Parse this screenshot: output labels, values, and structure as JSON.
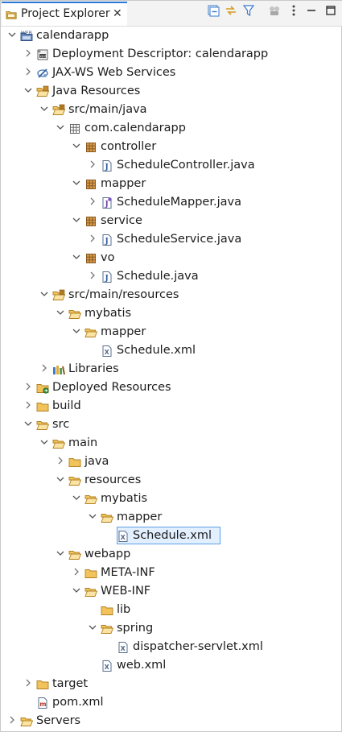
{
  "tab": {
    "title": "Project Explorer",
    "close_glyph": "✕"
  },
  "toolbar": [
    {
      "name": "collapse-all-icon"
    },
    {
      "name": "link-with-editor-icon"
    },
    {
      "name": "filter-icon"
    },
    {
      "name": "focus-on-active-task-icon"
    },
    {
      "name": "view-menu-icon"
    },
    {
      "name": "minimize-icon"
    },
    {
      "name": "maximize-icon"
    }
  ],
  "tree": [
    {
      "label": "calendarapp",
      "depth": 0,
      "state": "open",
      "icon": "web-project",
      "selected": false
    },
    {
      "label": "Deployment Descriptor: calendarapp",
      "depth": 1,
      "state": "closed",
      "icon": "deployment-descriptor",
      "selected": false
    },
    {
      "label": "JAX-WS Web Services",
      "depth": 1,
      "state": "closed",
      "icon": "web-services",
      "selected": false
    },
    {
      "label": "Java Resources",
      "depth": 1,
      "state": "open",
      "icon": "java-resources",
      "selected": false
    },
    {
      "label": "src/main/java",
      "depth": 2,
      "state": "open",
      "icon": "source-folder",
      "selected": false
    },
    {
      "label": "com.calendarapp",
      "depth": 3,
      "state": "open",
      "icon": "package-empty",
      "selected": false
    },
    {
      "label": "controller",
      "depth": 4,
      "state": "open",
      "icon": "package",
      "selected": false
    },
    {
      "label": "ScheduleController.java",
      "depth": 5,
      "state": "closed",
      "icon": "java-file",
      "selected": false
    },
    {
      "label": "mapper",
      "depth": 4,
      "state": "open",
      "icon": "package",
      "selected": false
    },
    {
      "label": "ScheduleMapper.java",
      "depth": 5,
      "state": "closed",
      "icon": "java-interface",
      "selected": false
    },
    {
      "label": "service",
      "depth": 4,
      "state": "open",
      "icon": "package",
      "selected": false
    },
    {
      "label": "ScheduleService.java",
      "depth": 5,
      "state": "closed",
      "icon": "java-file",
      "selected": false
    },
    {
      "label": "vo",
      "depth": 4,
      "state": "open",
      "icon": "package",
      "selected": false
    },
    {
      "label": "Schedule.java",
      "depth": 5,
      "state": "closed",
      "icon": "java-file",
      "selected": false
    },
    {
      "label": "src/main/resources",
      "depth": 2,
      "state": "open",
      "icon": "source-folder",
      "selected": false
    },
    {
      "label": "mybatis",
      "depth": 3,
      "state": "open",
      "icon": "folder-open",
      "selected": false
    },
    {
      "label": "mapper",
      "depth": 4,
      "state": "open",
      "icon": "folder-open",
      "selected": false
    },
    {
      "label": "Schedule.xml",
      "depth": 5,
      "state": "none",
      "icon": "xml-file",
      "selected": false
    },
    {
      "label": "Libraries",
      "depth": 2,
      "state": "closed",
      "icon": "libraries",
      "selected": false
    },
    {
      "label": "Deployed Resources",
      "depth": 1,
      "state": "closed",
      "icon": "deployed-resources",
      "selected": false
    },
    {
      "label": "build",
      "depth": 1,
      "state": "closed",
      "icon": "folder",
      "selected": false
    },
    {
      "label": "src",
      "depth": 1,
      "state": "open",
      "icon": "folder-open",
      "selected": false
    },
    {
      "label": "main",
      "depth": 2,
      "state": "open",
      "icon": "folder-open",
      "selected": false
    },
    {
      "label": "java",
      "depth": 3,
      "state": "closed",
      "icon": "folder",
      "selected": false
    },
    {
      "label": "resources",
      "depth": 3,
      "state": "open",
      "icon": "folder-open",
      "selected": false
    },
    {
      "label": "mybatis",
      "depth": 4,
      "state": "open",
      "icon": "folder-open",
      "selected": false
    },
    {
      "label": "mapper",
      "depth": 5,
      "state": "open",
      "icon": "folder-open",
      "selected": false
    },
    {
      "label": "Schedule.xml",
      "depth": 6,
      "state": "none",
      "icon": "xml-file",
      "selected": true
    },
    {
      "label": "webapp",
      "depth": 3,
      "state": "open",
      "icon": "folder-open",
      "selected": false
    },
    {
      "label": "META-INF",
      "depth": 4,
      "state": "closed",
      "icon": "folder",
      "selected": false
    },
    {
      "label": "WEB-INF",
      "depth": 4,
      "state": "open",
      "icon": "folder-open",
      "selected": false
    },
    {
      "label": "lib",
      "depth": 5,
      "state": "none",
      "icon": "folder",
      "selected": false
    },
    {
      "label": "spring",
      "depth": 5,
      "state": "open",
      "icon": "folder-open",
      "selected": false
    },
    {
      "label": "dispatcher-servlet.xml",
      "depth": 6,
      "state": "none",
      "icon": "xml-file",
      "selected": false
    },
    {
      "label": "web.xml",
      "depth": 5,
      "state": "none",
      "icon": "xml-file",
      "selected": false
    },
    {
      "label": "target",
      "depth": 1,
      "state": "closed",
      "icon": "folder",
      "selected": false
    },
    {
      "label": "pom.xml",
      "depth": 1,
      "state": "none",
      "icon": "maven-pom",
      "selected": false
    },
    {
      "label": "Servers",
      "depth": 0,
      "state": "closed",
      "icon": "folder-servers",
      "selected": false
    }
  ]
}
